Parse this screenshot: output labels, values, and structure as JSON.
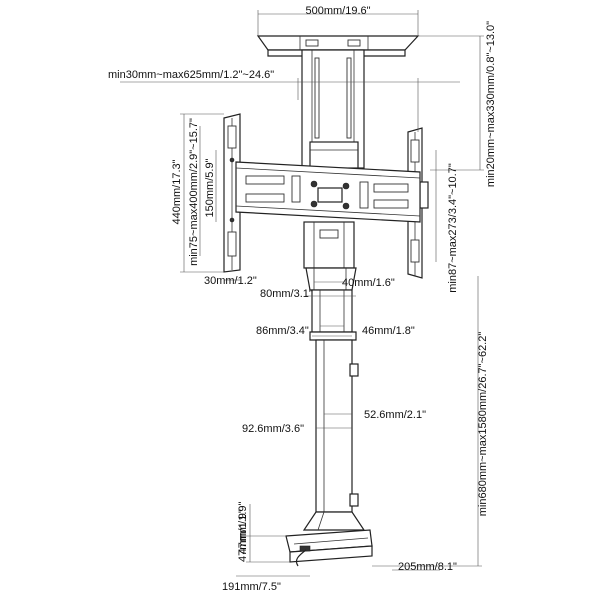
{
  "labels": {
    "top_width": "500mm/19.6\"",
    "top_depth": "min20mm~max330mm/0.8\"~13.0\"",
    "arm_span": "min30mm~max625mm/1.2\"~24.6\"",
    "bracket_height": "440mm/17.3\"",
    "vesa_vertical": "min75~max400mm/2.9\"~15.7\"",
    "plate_height": "150mm/5.9\"",
    "vesa_horizontal": "min87~max273/3.4\"~10.7\"",
    "arm_width": "30mm/1.2\"",
    "collar_width": "80mm/3.1\"",
    "collar_inner": "40mm/1.6\"",
    "tube_outer": "86mm/3.4\"",
    "tube_inner": "46mm/1.8\"",
    "column_height": "min680mm~max1580mm/26.7\"~62.2\"",
    "lower_outer": "92.6mm/3.6\"",
    "lower_inner": "52.6mm/2.1\"",
    "base_height_top": "47mm/1.9\"",
    "base_height": "47mm/1.9\"",
    "base_width": "191mm/7.5\"",
    "base_depth": "205mm/8.1\""
  }
}
